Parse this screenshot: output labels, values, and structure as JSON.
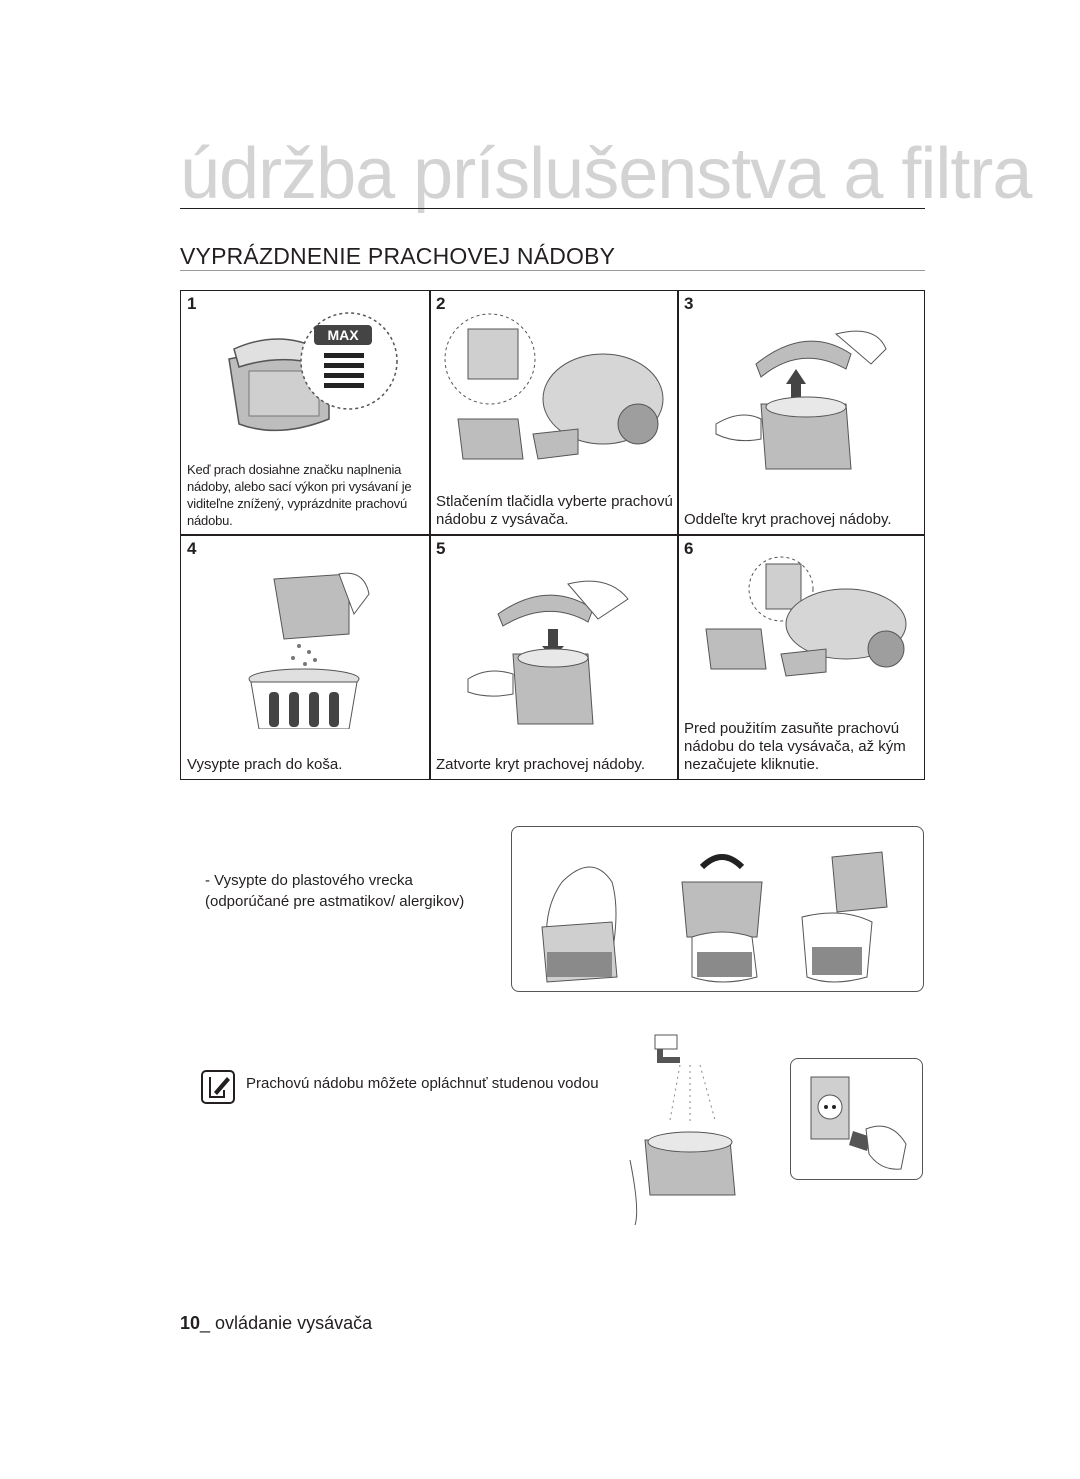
{
  "page": {
    "title": "údržba príslušenstva a filtra",
    "section_heading": "VYPRÁZDNENIE PRACHOVEJ NÁDOBY"
  },
  "steps": [
    {
      "number": "1",
      "caption": "Keď prach dosiahne značku naplnenia nádoby, alebo sací výkon pri vysávaní je viditeľne znížený, vyprázdnite prachovú nádobu.",
      "label": "MAX"
    },
    {
      "number": "2",
      "caption": "Stlačením tlačidla vyberte prachovú nádobu z vysávača."
    },
    {
      "number": "3",
      "caption": "Oddeľte kryt prachovej nádoby."
    },
    {
      "number": "4",
      "caption": "Vysypte prach do koša."
    },
    {
      "number": "5",
      "caption": "Zatvorte kryt prachovej nádoby."
    },
    {
      "number": "6",
      "caption": "Pred použitím zasuňte prachovú nádobu do tela vysávača, až kým nezačujete kliknutie."
    }
  ],
  "bag_tip": "- Vysypte do plastového vrecka (odporúčané pre astmatikov/ alergikov)",
  "note": {
    "icon": "note-icon",
    "text": "Prachovú nádobu môžete opláchnuť studenou vodou"
  },
  "footer": {
    "page_number": "10",
    "text": "_ ovládanie vysávača"
  }
}
